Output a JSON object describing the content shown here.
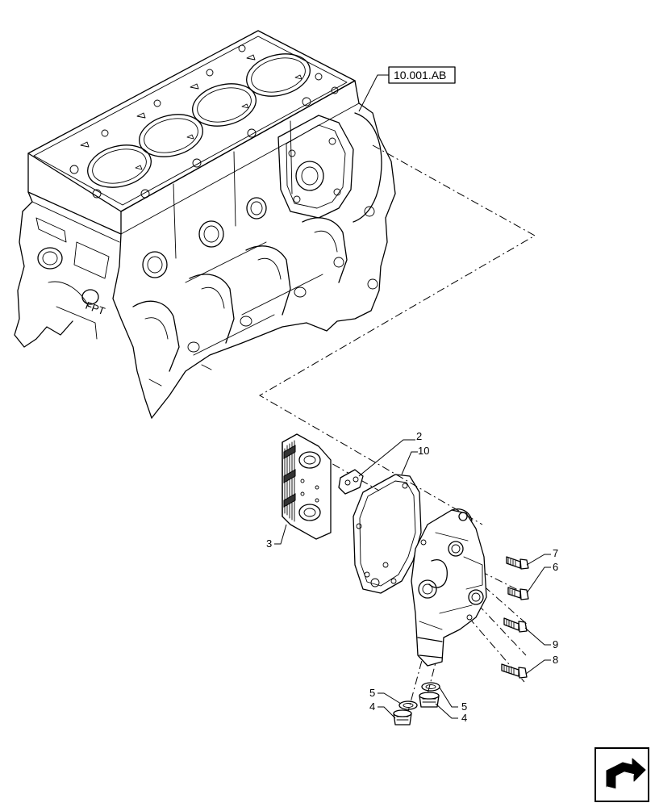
{
  "reference_box": {
    "text": "10.001.AB"
  },
  "callouts": [
    {
      "id": "c2",
      "text": "2"
    },
    {
      "id": "c10",
      "text": "10"
    },
    {
      "id": "c3",
      "text": "3"
    },
    {
      "id": "c7",
      "text": "7"
    },
    {
      "id": "c6",
      "text": "6"
    },
    {
      "id": "c9",
      "text": "9"
    },
    {
      "id": "c8",
      "text": "8"
    },
    {
      "id": "c5a",
      "text": "5"
    },
    {
      "id": "c4a",
      "text": "4"
    },
    {
      "id": "c5b",
      "text": "5"
    },
    {
      "id": "c4b",
      "text": "4"
    }
  ],
  "nav_icon": "forward-page-arrow-icon"
}
